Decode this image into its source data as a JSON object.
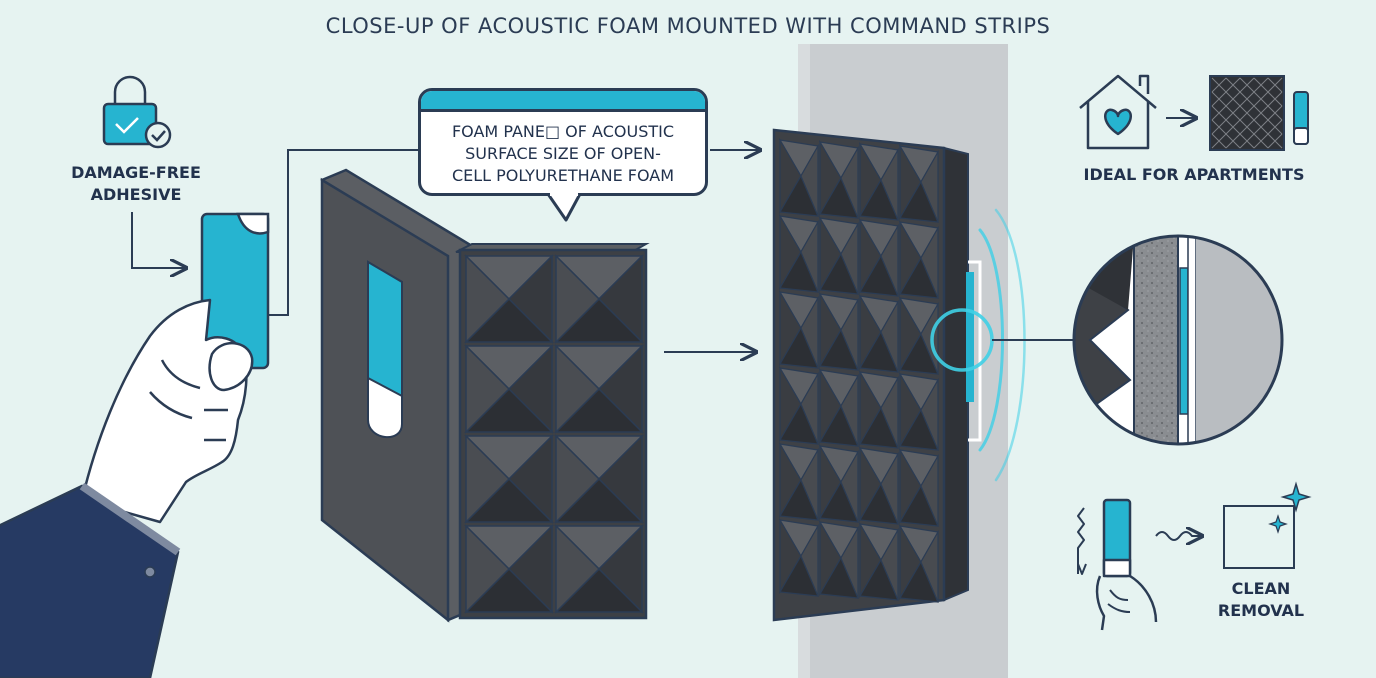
{
  "header": {
    "title": "CLOSE-UP OF ACOUSTIC FOAM MOUNTED WITH COMMAND STRIPS"
  },
  "labels": {
    "adhesive_line1": "DAMAGE-FREE",
    "adhesive_line2": "ADHESIVE",
    "apartments": "IDEAL FOR APARTMENTS",
    "removal_line1": "CLEAN",
    "removal_line2": "REMOVAL"
  },
  "callout": {
    "line1": "FOAM PANE□ OF ACOUSTIC",
    "line2": "SURFACE SIZE OF OPEN-",
    "line3": "CELL POLYURETHANE FOAM"
  },
  "icons": [
    "padlock-check-icon",
    "home-heart-icon",
    "foam-tile-icon",
    "strip-icon",
    "sparkle-icon"
  ],
  "colors": {
    "background": "#e6f3f1",
    "outline": "#2b3c54",
    "accent": "#26b4d0",
    "foam": "#4a4d52",
    "wall": "#c9cdd0",
    "sleeve": "#263a63"
  }
}
